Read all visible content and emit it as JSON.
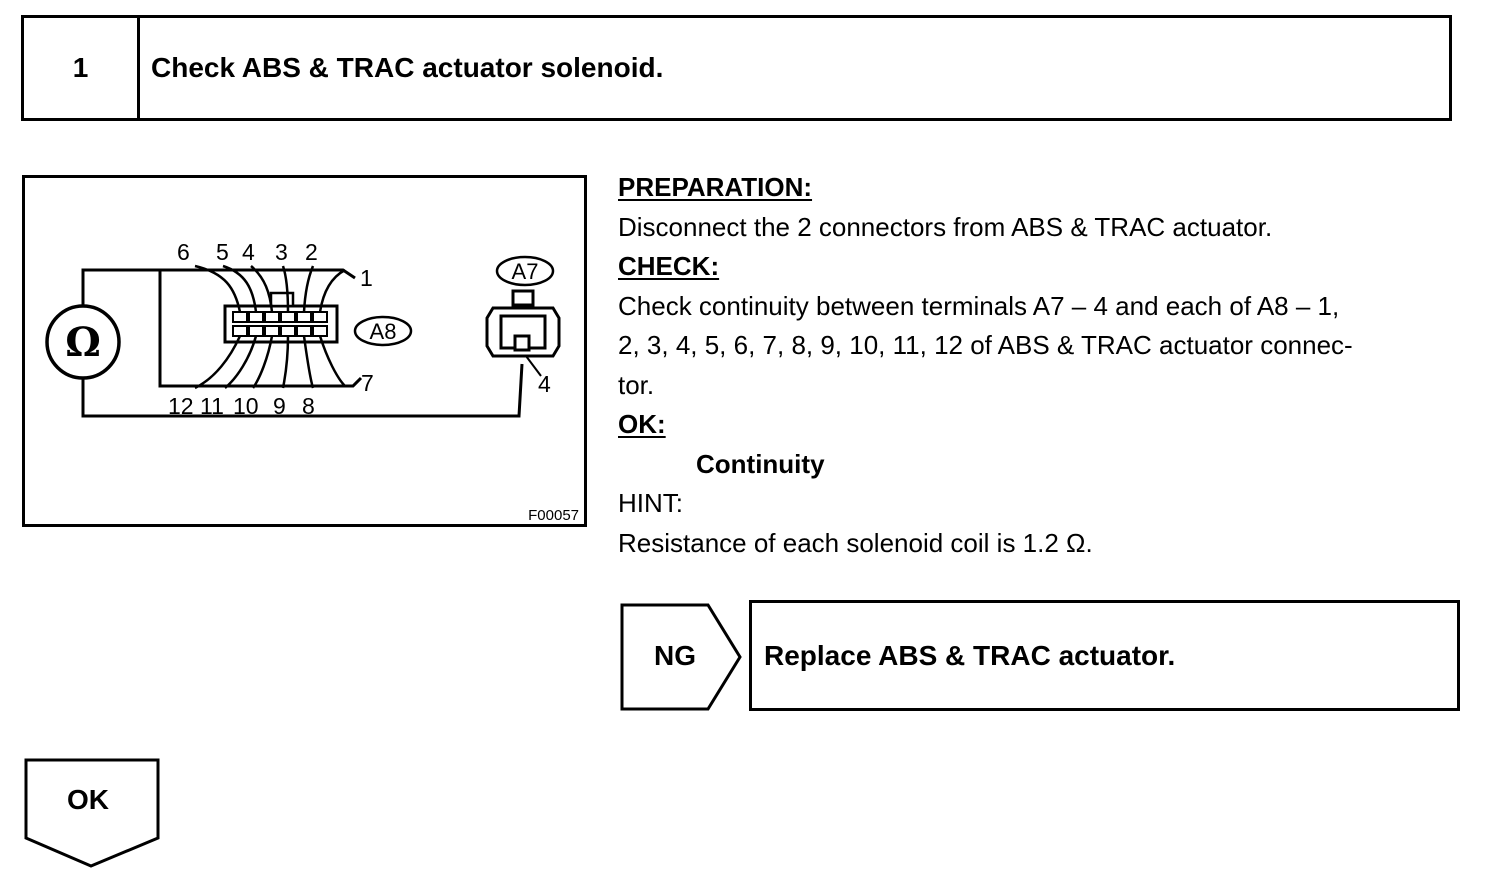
{
  "step": {
    "number": "1",
    "title": "Check ABS & TRAC actuator solenoid."
  },
  "figure": {
    "code": "F00057",
    "ohm_symbol": "Ω",
    "connector_a8_label": "A8",
    "connector_a7_label": "A7",
    "a7_terminal": "4",
    "pin_labels_top": [
      "6",
      "5",
      "4",
      "3",
      "2",
      "1"
    ],
    "pin_labels_bottom": [
      "12",
      "11",
      "10",
      "9",
      "8",
      "7"
    ]
  },
  "instructions": {
    "preparation_heading": "PREPARATION:",
    "preparation_text": "Disconnect the 2 connectors from ABS & TRAC actuator.",
    "check_heading": "CHECK:",
    "check_lines": [
      "Check continuity between terminals A7 – 4 and each of A8 – 1,",
      "2, 3, 4, 5, 6, 7, 8, 9, 10, 11, 12 of ABS & TRAC actuator connec-",
      "tor."
    ],
    "ok_heading": "OK:",
    "ok_value": "Continuity",
    "hint_heading": "HINT:",
    "hint_text": "Resistance of each solenoid coil is 1.2 Ω."
  },
  "ng_branch": {
    "label": "NG",
    "action": "Replace ABS & TRAC actuator."
  },
  "ok_branch": {
    "label": "OK"
  }
}
